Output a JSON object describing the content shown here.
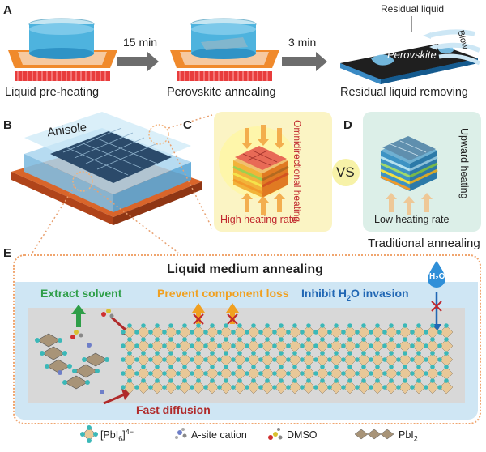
{
  "panels": {
    "a": {
      "label": "A",
      "captions": [
        "Liquid pre-heating",
        "Perovskite annealing",
        "Residual liquid removing"
      ],
      "arrows": [
        "15 min",
        "3 min"
      ],
      "film_text": "Perovskite",
      "residual_label": "Residual liquid",
      "blow_label": "Blow"
    },
    "b": {
      "label": "B",
      "medium_label": "Anisole"
    },
    "c": {
      "label": "C",
      "side_text": "Omnidirectional heating",
      "rate_text": "High heating rate"
    },
    "vs": "VS",
    "d": {
      "label": "D",
      "side_text": "Upward heating",
      "rate_text": "Low heating rate",
      "title": "Traditional annealing"
    },
    "e": {
      "label": "E",
      "title": "Liquid medium annealing",
      "h2o_badge": "H₂O",
      "extract": "Extract solvent",
      "prevent": "Prevent component loss",
      "inhibit_pre": "Inhibit H",
      "inhibit_sub": "2",
      "inhibit_post": "O invasion",
      "diffusion": "Fast diffusion"
    }
  },
  "legend": {
    "pbi6_pre": "[PbI",
    "pbi6_sub": "6",
    "pbi6_sup": "4−",
    "asite": "A-site cation",
    "dmso": "DMSO",
    "pbi2_pre": "PbI",
    "pbi2_sub": "2"
  },
  "colors": {
    "green": "#2e9e48",
    "orange": "#f0a020",
    "blue": "#2167b4",
    "red": "#c0272d",
    "teal": "#3bb8b8"
  }
}
